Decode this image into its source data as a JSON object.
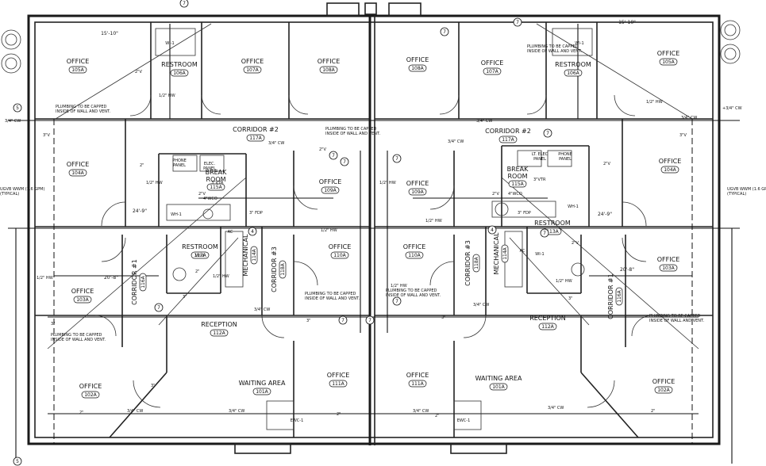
{
  "rooms": [
    {
      "name": "OFFICE",
      "tag": "105A"
    },
    {
      "name": "RESTROOM",
      "tag": "106A"
    },
    {
      "name": "OFFICE",
      "tag": "107A"
    },
    {
      "name": "OFFICE",
      "tag": "108A"
    },
    {
      "name": "OFFICE",
      "tag": "108A"
    },
    {
      "name": "OFFICE",
      "tag": "107A"
    },
    {
      "name": "RESTROOM",
      "tag": "106A"
    },
    {
      "name": "OFFICE",
      "tag": "105A"
    },
    {
      "name": "OFFICE",
      "tag": "104A"
    },
    {
      "name": "OFFICE",
      "tag": "104A"
    },
    {
      "name": "BREAK ROOM",
      "tag": "115A"
    },
    {
      "name": "BREAK ROOM",
      "tag": "115A"
    },
    {
      "name": "OFFICE",
      "tag": "109A"
    },
    {
      "name": "OFFICE",
      "tag": "109A"
    },
    {
      "name": "RESTROOM",
      "tag": "113A"
    },
    {
      "name": "RESTROOM",
      "tag": "113A"
    },
    {
      "name": "OFFICE",
      "tag": "110A"
    },
    {
      "name": "OFFICE",
      "tag": "110A"
    },
    {
      "name": "OFFICE",
      "tag": "103A"
    },
    {
      "name": "OFFICE",
      "tag": "103A"
    },
    {
      "name": "RECEPTION",
      "tag": "112A"
    },
    {
      "name": "RECEPTION",
      "tag": "112A"
    },
    {
      "name": "OFFICE",
      "tag": "111A"
    },
    {
      "name": "OFFICE",
      "tag": "111A"
    },
    {
      "name": "WAITING AREA",
      "tag": "101A"
    },
    {
      "name": "WAITING AREA",
      "tag": "101A"
    },
    {
      "name": "OFFICE",
      "tag": "102A"
    },
    {
      "name": "OFFICE",
      "tag": "102A"
    }
  ],
  "vertical_rooms": [
    {
      "name": "MECHANICAL",
      "tag": "114A"
    },
    {
      "name": "MECHANICAL",
      "tag": "114A"
    },
    {
      "name": "CORRIDOR #3",
      "tag": "118A"
    },
    {
      "name": "CORRIDOR #3",
      "tag": "118A"
    },
    {
      "name": "CORRIDOR #1",
      "tag": "116A"
    },
    {
      "name": "CORRIDOR #1",
      "tag": "116A"
    }
  ],
  "corridors": [
    {
      "name": "CORRIDOR #2",
      "tag": "117A"
    },
    {
      "name": "CORRIDOR #2",
      "tag": "117A"
    }
  ],
  "panels": [
    "PHONE PANEL",
    "ELEC. PANEL",
    "PHONE PANEL",
    "LT. ELEC PANEL"
  ],
  "equipment": [
    "WI-1",
    "WI-1",
    "WI-1",
    "WI-1",
    "WH-1",
    "WH-1",
    "AC",
    "AC",
    "EWC-1",
    "EWC-1"
  ],
  "pipe_labels": [
    "3/4\" CW",
    "3/4\" CW",
    "3/4\" CW",
    "3/4\" CW",
    "3/4\" CW",
    "3/4\" CW",
    "3/4\" CW",
    "3/4\" CW",
    "3/4\" CW",
    "3/4\" CW",
    "3/4\" CW",
    "+3/4\" CW",
    "1/2\" HW",
    "1/2\" HW",
    "1/2\" HW",
    "1/2\" HW",
    "1/2\" HW",
    "1/2\" HW",
    "1/2\" HW",
    "1/2\" HW",
    "1/2\" HW",
    "1/2\" HW",
    "2\"V",
    "2\"V",
    "2\"V",
    "2\"V",
    "2\"V",
    "2\"V",
    "3\"V",
    "3\"V",
    "3\"VTR",
    "3\"VTR",
    "4\"WCO",
    "4\"WCO",
    "3\" FDP",
    "3\" FDP",
    "2\"",
    "2\"",
    "2\"",
    "2\"",
    "3\"",
    "3\"",
    "3\"",
    "3\"",
    "3\"",
    "3\"",
    "2\"",
    "2\""
  ],
  "dimensions": [
    "15'-10\"",
    "15'-10\"",
    "24'-9\"",
    "24'-9\"",
    "20'-8\"",
    "20'-8\""
  ],
  "notes": {
    "capped": "PLUMBING TO BE CAPPED INSIDE OF WALL AND VENT.",
    "wwm_left": "UGVB WWM (1.6 GPM) (TYPICAL)",
    "wwm_right": "UGVB WWM (1.6 GPM) (TYPICAL)"
  },
  "keynotes": [
    "5",
    "5",
    "7",
    "7",
    "7",
    "7",
    "7",
    "7",
    "7",
    "7",
    "7",
    "7",
    "7",
    "7",
    "4",
    "4"
  ]
}
